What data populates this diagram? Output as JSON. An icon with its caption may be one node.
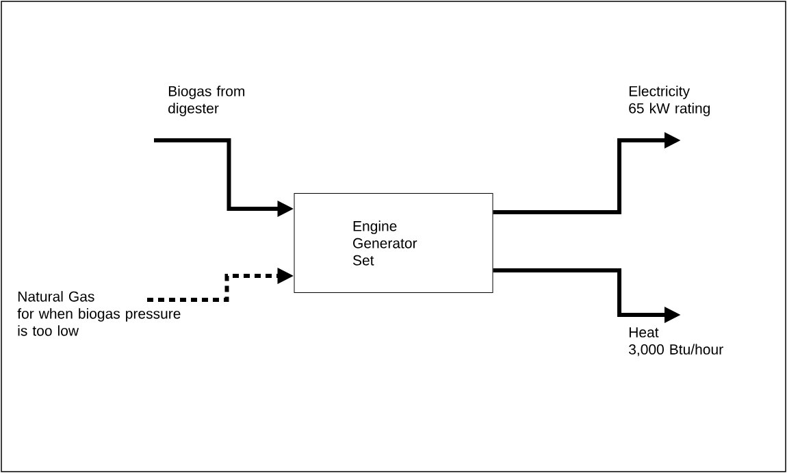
{
  "diagram": {
    "nodes": [
      {
        "text": [
          "Engine Generator Set"
        ]
      },
      {
        "text": [
          "Biogas from digester"
        ]
      },
      {
        "text": [
          "Natural Gas",
          "for when biogas pressure is too low"
        ]
      },
      {
        "text": [
          "Electricity",
          "65 kW rating"
        ]
      },
      {
        "text": [
          "Heat",
          "3,000 Btu/hour"
        ]
      }
    ],
    "edges": [
      {
        "from": 1,
        "to": 0,
        "arrow": "to"
      },
      {
        "from": 2,
        "to": 0,
        "arrow": "to",
        "style": "dashed"
      },
      {
        "from": 0,
        "to": 3,
        "arrow": "to"
      },
      {
        "from": 0,
        "to": 4,
        "arrow": "to"
      }
    ]
  }
}
